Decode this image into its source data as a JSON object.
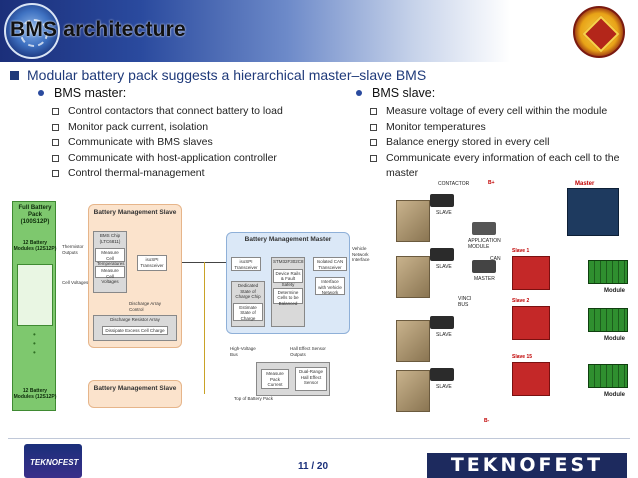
{
  "header": {
    "title": "BMS architecture",
    "left_logo_icon": "circular-emblem-icon",
    "right_logo_icon": "fire-department-emblem-icon"
  },
  "intro": "Modular battery pack suggests a hierarchical master–slave BMS",
  "master": {
    "heading": "BMS master:",
    "items": [
      "Control contactors that connect battery to load",
      "Monitor pack current, isolation",
      "Communicate with BMS slaves",
      "Communicate with host-application controller",
      "Control thermal-management"
    ]
  },
  "slave": {
    "heading": "BMS slave:",
    "items": [
      "Measure voltage of every cell within the module",
      "Monitor temperatures",
      "Balance energy stored in every cell",
      "Communicate every information of each cell to the master"
    ]
  },
  "diagram": {
    "pack_label": "Full Battery Pack (100S12P)",
    "module_top": "12 Battery Modules (12S12P)",
    "module_bottom": "12 Battery Modules (12S12P)",
    "slave_title": "Battery Management Slave",
    "bms_chip": "BMS Chip (LTC6811)",
    "measure_temps": "Measure Cell Temperatures",
    "measure_volts": "Measure Cell Voltages",
    "isospi": "isoSPI Transceiver",
    "discharge_array": "Discharge Resistor Array",
    "dissipate": "Dissipate Excess Cell Charge",
    "discharge_ctrl": "Discharge Array Control",
    "thermistor": "Thermistor Outputs",
    "cell_voltages": "Cell Voltages",
    "master_title": "Battery Management Master",
    "master_isospi": "isoSPI Transceiver",
    "stm32": "STM32F302C8",
    "isolated_can": "Isolated CAN Transceiver",
    "vehicle_network": "Vehicle Network Interface",
    "device_rails": "Device Rails & Fault Safety",
    "dedicated_soc": "Dedicated State of Charge Chip",
    "interface_network": "Interface with Vehicle Network",
    "estimate_soc": "Estimate State of Charge",
    "determine_cells": "Determine Cells to be Balanced",
    "high_voltage": "High-Voltage Bus",
    "hall_outputs": "Hall Effect Sensor Outputs",
    "measure_current": "Measure Pack Current",
    "dual_range": "Dual-Range Hall Effect Sensor",
    "top_of_pack": "Top of Battery Pack",
    "slave_title_bottom": "Battery Management Slave"
  },
  "photo": {
    "contactor": "CONTACTOR",
    "b_plus": "B+",
    "b_minus": "B-",
    "slave_labels": [
      "SLAVE",
      "SLAVE",
      "SLAVE",
      "SLAVE"
    ],
    "app_module": "APPLICATION MODULE",
    "can": "CAN",
    "master": "MASTER",
    "vinci_bus": "VINCI BUS",
    "master_red": "Master",
    "slave1": "Slave 1",
    "slave2": "Slave 2",
    "slave15": "Slave 15",
    "module_labels": [
      "Module",
      "Module",
      "Module"
    ]
  },
  "footer": {
    "page": "11 / 20",
    "brand": "TEKNOFEST",
    "left_logo_text": "TEKNOFEST"
  }
}
